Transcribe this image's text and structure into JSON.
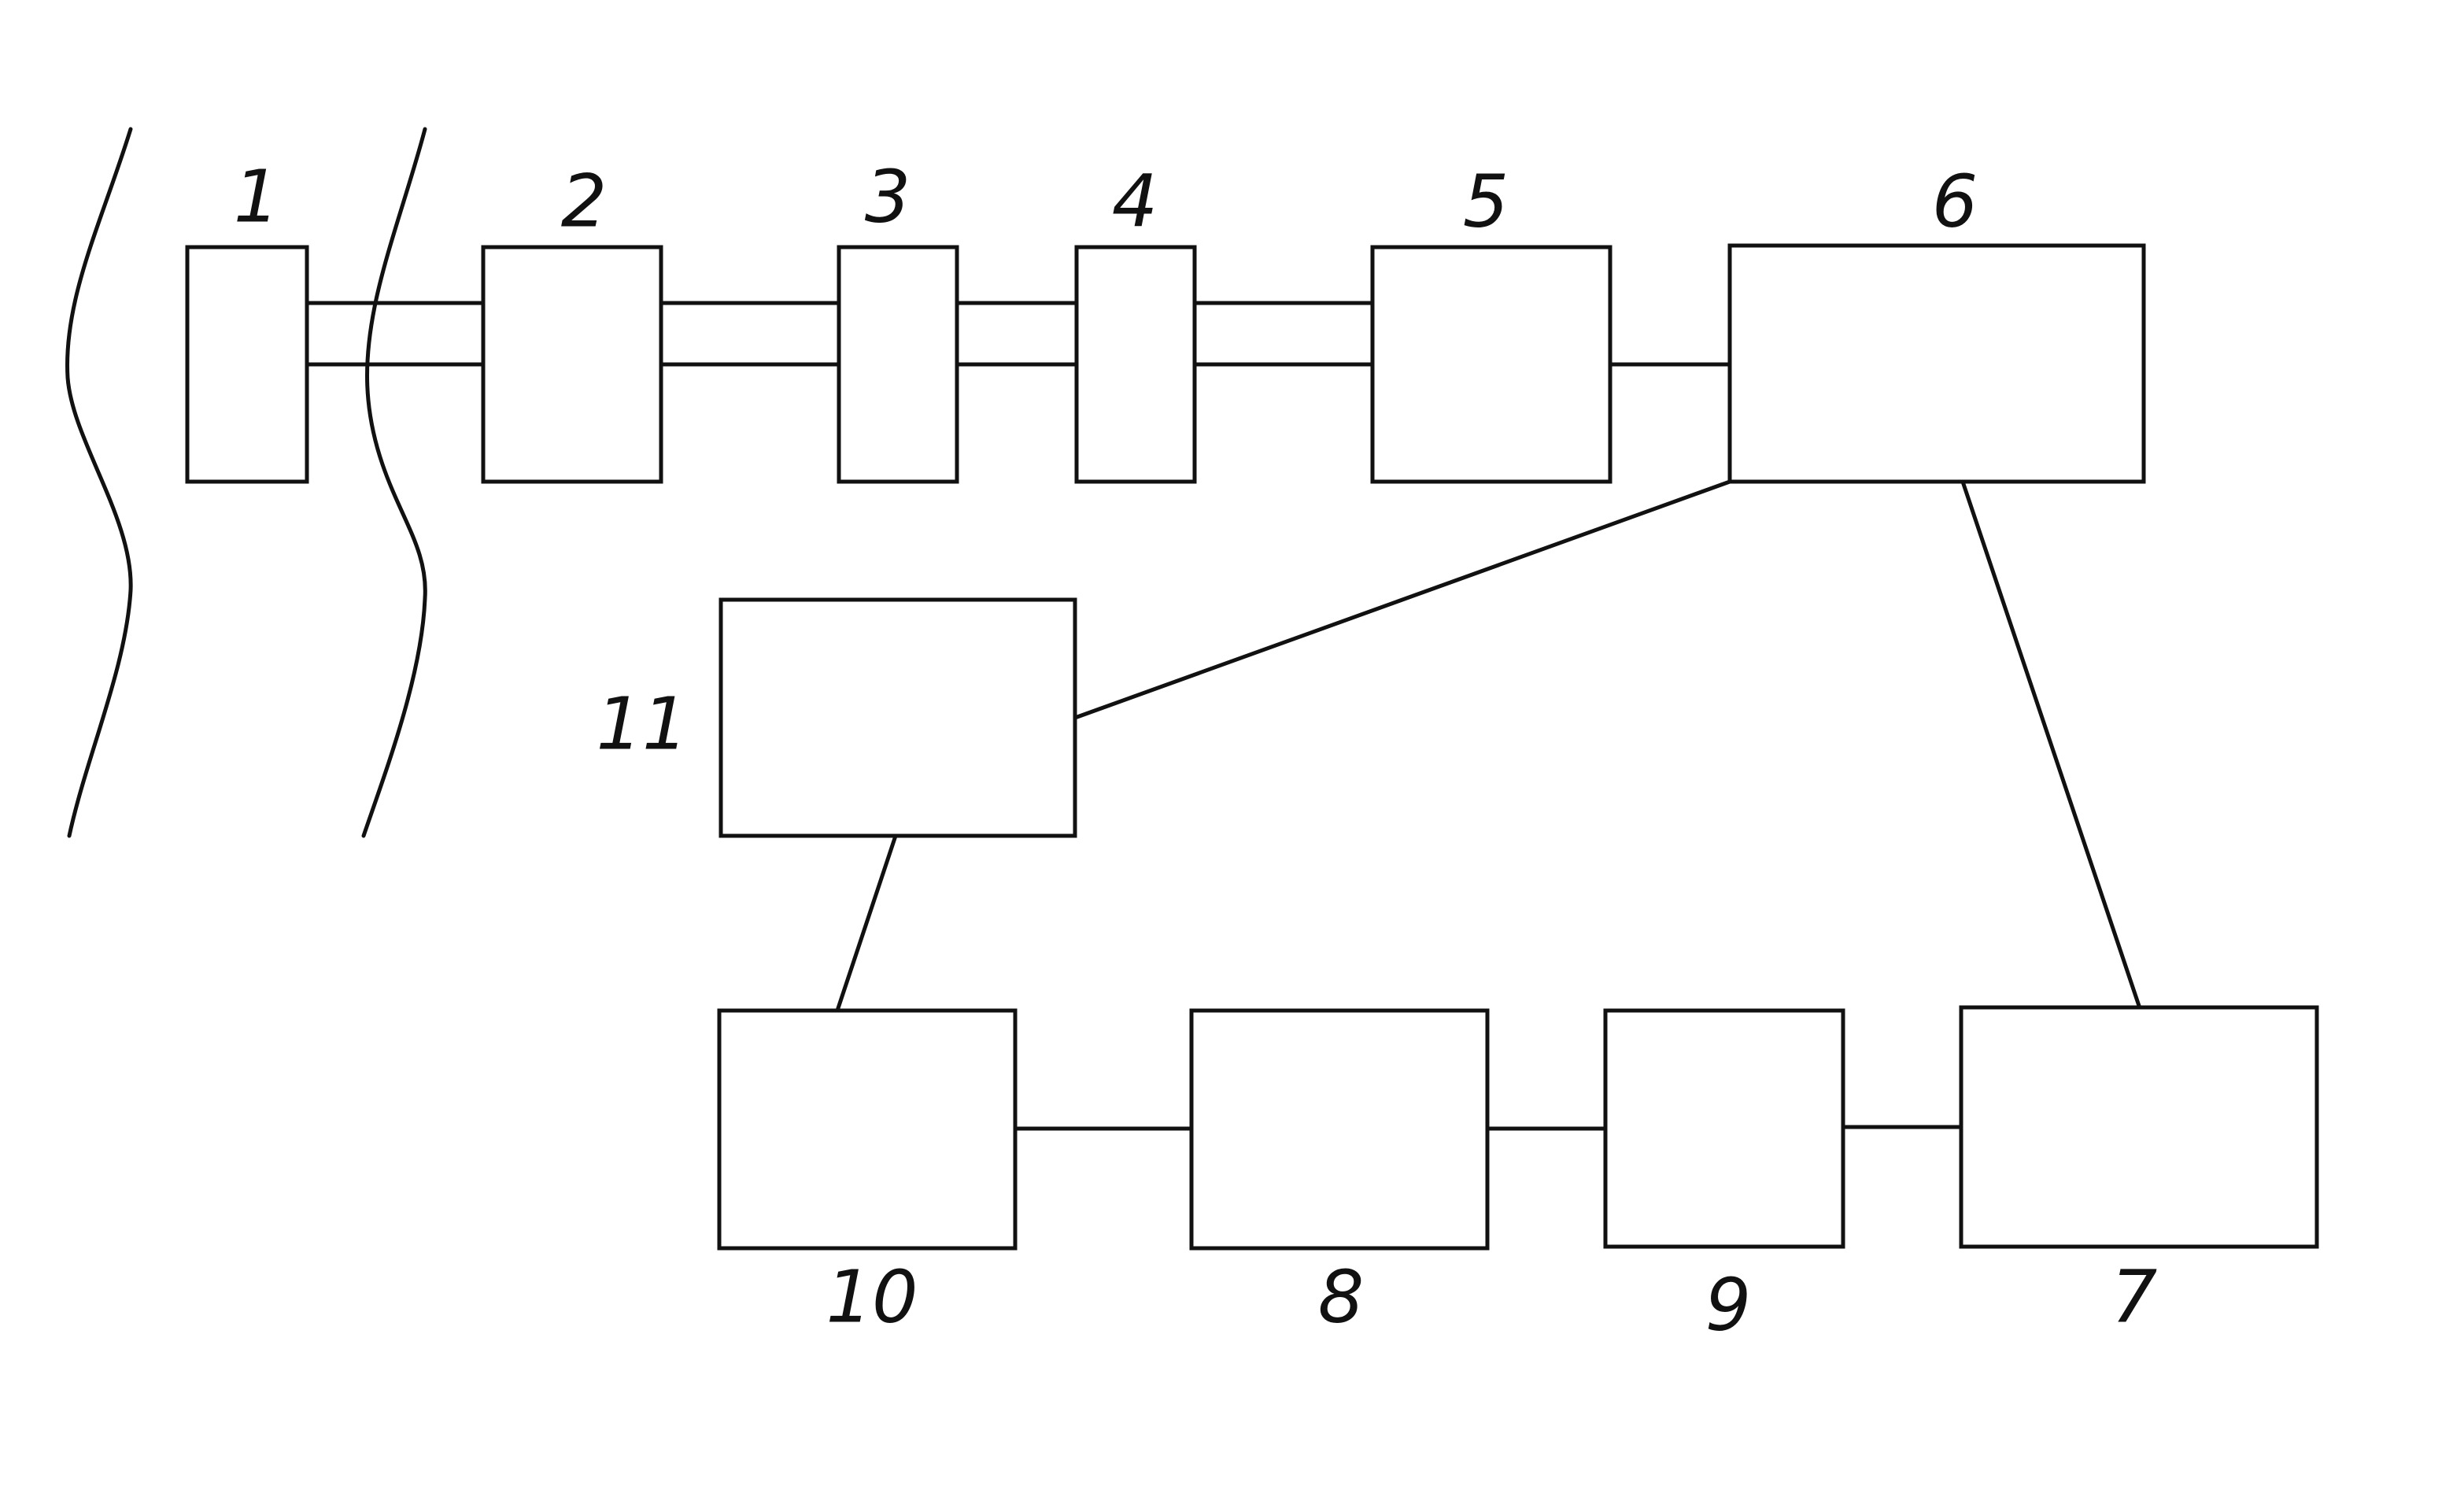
{
  "diagram": {
    "blocks": [
      {
        "id": "1",
        "label": "1"
      },
      {
        "id": "2",
        "label": "2"
      },
      {
        "id": "3",
        "label": "3"
      },
      {
        "id": "4",
        "label": "4"
      },
      {
        "id": "5",
        "label": "5"
      },
      {
        "id": "6",
        "label": "6"
      },
      {
        "id": "7",
        "label": "7"
      },
      {
        "id": "8",
        "label": "8"
      },
      {
        "id": "9",
        "label": "9"
      },
      {
        "id": "10",
        "label": "10"
      },
      {
        "id": "11",
        "label": "11"
      }
    ],
    "connections": [
      {
        "from": "1",
        "to": "2",
        "kind": "double"
      },
      {
        "from": "2",
        "to": "3",
        "kind": "double"
      },
      {
        "from": "3",
        "to": "4",
        "kind": "double"
      },
      {
        "from": "4",
        "to": "5",
        "kind": "double"
      },
      {
        "from": "5",
        "to": "6",
        "kind": "single"
      },
      {
        "from": "6",
        "to": "11",
        "kind": "single"
      },
      {
        "from": "6",
        "to": "7",
        "kind": "single"
      },
      {
        "from": "11",
        "to": "10",
        "kind": "single"
      },
      {
        "from": "10",
        "to": "8",
        "kind": "single"
      },
      {
        "from": "8",
        "to": "9",
        "kind": "single"
      },
      {
        "from": "9",
        "to": "7",
        "kind": "single"
      }
    ],
    "colors": {
      "line": "#111111",
      "background": "#ffffff"
    }
  }
}
